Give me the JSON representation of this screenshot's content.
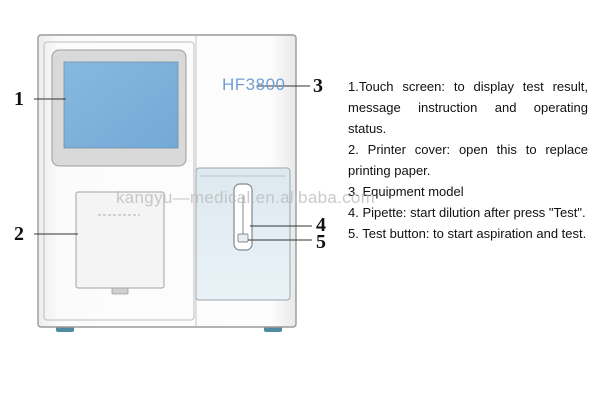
{
  "model_badge": "HF3800",
  "callouts": [
    "1",
    "2",
    "3",
    "4",
    "5"
  ],
  "descriptions": [
    "1.Touch screen: to display test result, message instruction and operating status.",
    "2. Printer cover: open this to replace printing paper.",
    "3. Equipment model",
    "4. Pipette: start dilution after press \"Test\".",
    "5. Test button: to start aspiration and test."
  ],
  "watermark": "kangyu—medical.en.alibaba.com",
  "colors": {
    "screen": "#7fb3dc",
    "model_badge": "#6f9fd3",
    "window": "#e3eef5",
    "body_outline": "#9a9a9a",
    "foot": "#4f8ba0"
  }
}
